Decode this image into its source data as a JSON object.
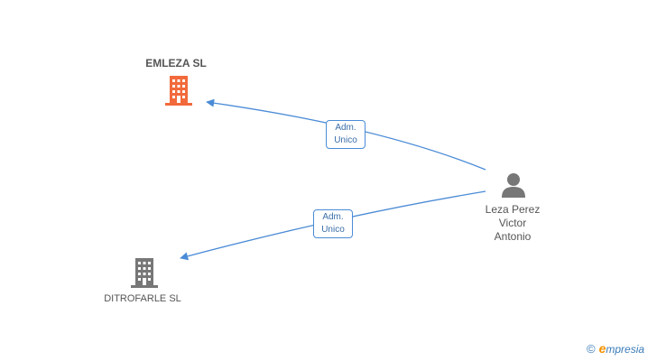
{
  "nodes": {
    "company_primary": {
      "name": "EMLEZA SL",
      "icon": "building-icon",
      "color": "#f26a3b"
    },
    "company_secondary": {
      "name": "DITROFARLE SL",
      "icon": "building-icon",
      "color": "#777777"
    },
    "person": {
      "name_lines": [
        "Leza Perez",
        "Victor",
        "Antonio"
      ],
      "icon": "person-icon",
      "color": "#777777"
    }
  },
  "edges": [
    {
      "from": "person",
      "to": "company_primary",
      "role_lines": [
        "Adm.",
        "Unico"
      ]
    },
    {
      "from": "person",
      "to": "company_secondary",
      "role_lines": [
        "Adm.",
        "Unico"
      ]
    }
  ],
  "colors": {
    "edge": "#4a8bd6",
    "role_text": "#3a6ea8",
    "brand_accent": "#f39200"
  },
  "brand": {
    "copyright": "©",
    "initial": "e",
    "rest": "mpresia"
  }
}
